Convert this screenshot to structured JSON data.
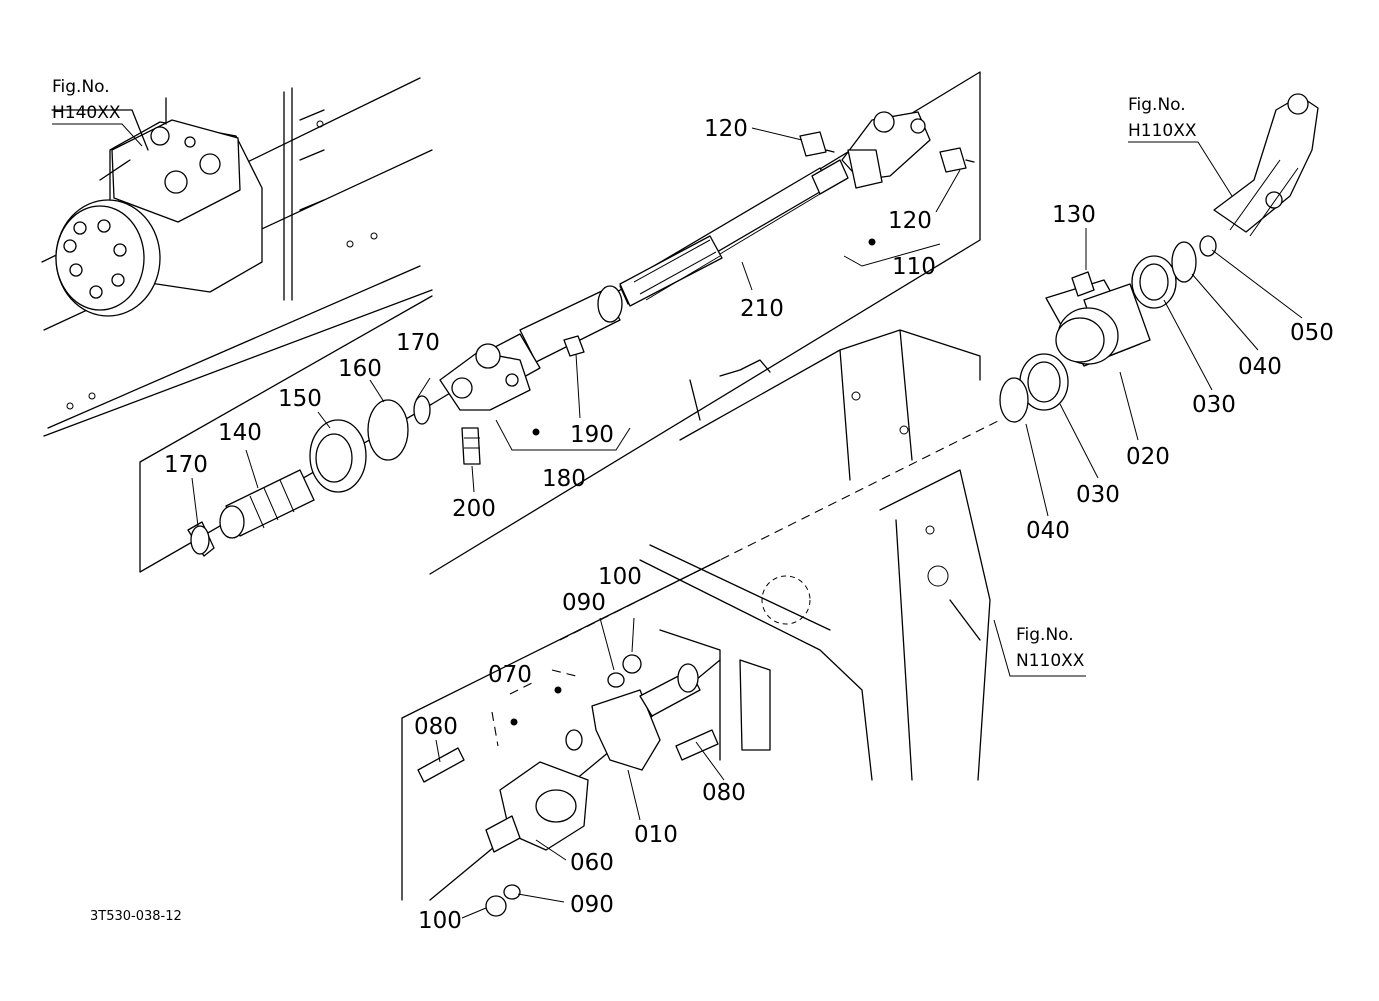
{
  "figure_refs": [
    {
      "label": "Fig.No.",
      "code": "H140XX"
    },
    {
      "label": "Fig.No.",
      "code": "H110XX"
    },
    {
      "label": "Fig.No.",
      "code": "N110XX"
    }
  ],
  "part_numbers": [
    "010",
    "020",
    "030",
    "030",
    "040",
    "040",
    "050",
    "060",
    "070",
    "080",
    "080",
    "090",
    "090",
    "100",
    "100",
    "110",
    "120",
    "120",
    "130",
    "140",
    "150",
    "160",
    "170",
    "170",
    "180",
    "190",
    "200",
    "210"
  ],
  "drawing_code": "3T530-038-12"
}
